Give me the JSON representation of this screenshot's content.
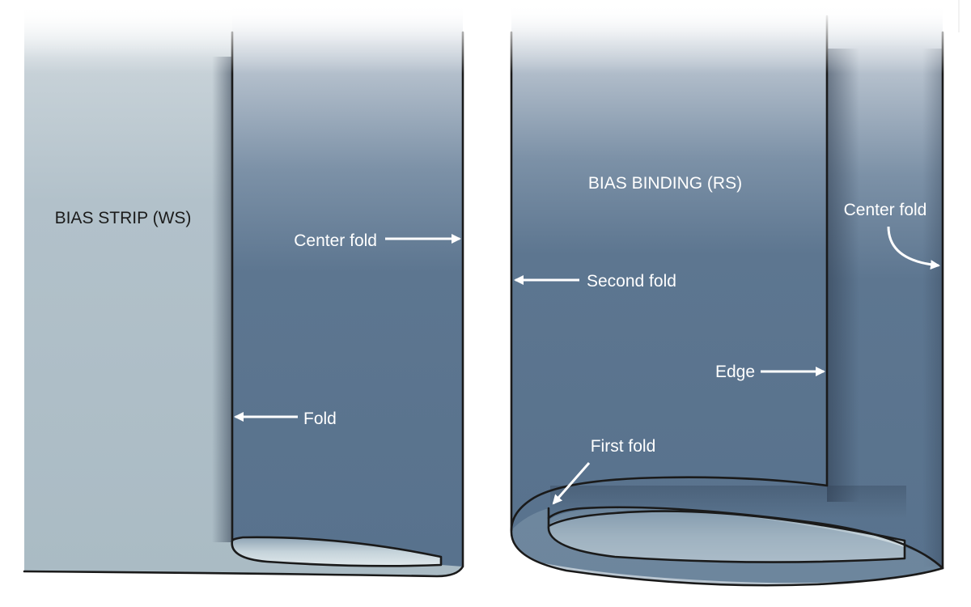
{
  "panels": {
    "left": {
      "title": "BIAS STRIP (WS)",
      "labels": {
        "center_fold": "Center fold",
        "fold": "Fold"
      }
    },
    "right": {
      "title": "BIAS BINDING (RS)",
      "labels": {
        "center_fold": "Center fold",
        "second_fold": "Second fold",
        "edge": "Edge",
        "first_fold": "First fold"
      }
    }
  },
  "colors": {
    "wrong_side_fabric": "#adbdc6",
    "right_side_fabric": "#5b7590",
    "outline": "#1a1a1a",
    "label_text": "#ffffff"
  }
}
